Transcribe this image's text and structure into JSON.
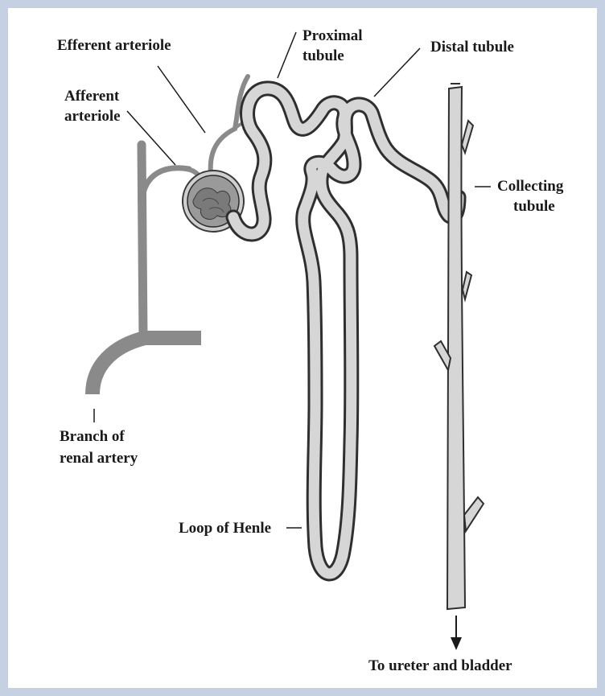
{
  "labels": {
    "efferent_arteriole": "Efferent arteriole",
    "afferent_arteriole_1": "Afferent",
    "afferent_arteriole_2": "arteriole",
    "proximal_tubule_1": "Proximal",
    "proximal_tubule_2": "tubule",
    "distal_tubule": "Distal tubule",
    "collecting_tubule_1": "Collecting",
    "collecting_tubule_2": "tubule",
    "branch_renal_artery_1": "Branch of",
    "branch_renal_artery_2": "renal artery",
    "loop_of_henle": "Loop of Henle",
    "to_ureter_bladder": "To ureter and bladder"
  },
  "colors": {
    "frame": "#c5d1e3",
    "vessel": "#8a8a8a",
    "tubule_outline": "#3a3a3a",
    "tubule_fill": "#d6d6d6",
    "glomerulus": "#7a7a7a",
    "text": "#1a1a1a"
  }
}
